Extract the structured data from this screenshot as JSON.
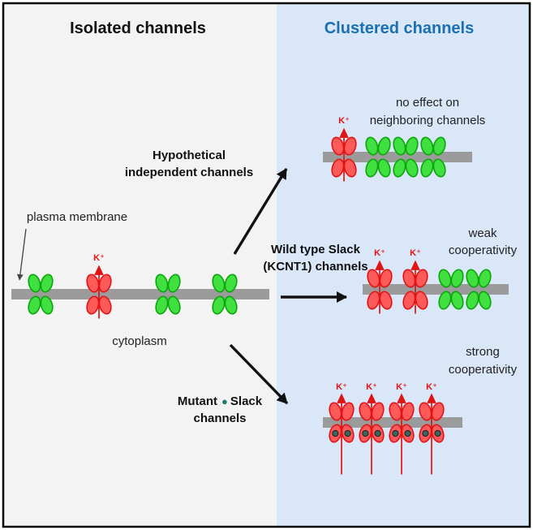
{
  "header": {
    "left_title": "Isolated channels",
    "right_title": "Clustered channels"
  },
  "membrane_labels": {
    "plasma_membrane": "plasma membrane",
    "cytoplasm": "cytoplasm"
  },
  "pathways": {
    "independent": {
      "line1": "Hypothetical",
      "line2": "independent channels"
    },
    "wildtype": {
      "line1": "Wild type Slack",
      "line2": "(KCNT1) channels"
    },
    "mutant": {
      "word1": "Mutant",
      "dot": "●",
      "word2": "Slack",
      "line2": "channels"
    }
  },
  "outcomes": {
    "independent": {
      "line1": "no effect on",
      "line2": "neighboring channels"
    },
    "weak": {
      "line1": "weak",
      "line2": "cooperativity"
    },
    "strong": {
      "line1": "strong",
      "line2": "cooperativity"
    }
  },
  "ion": "K⁺",
  "colors": {
    "right_title_blue": "#1a70b0",
    "green_fill": "#3fe03f",
    "green_stroke": "#0aa50a",
    "red_fill": "#ff5a5a",
    "red_stroke": "#e01414",
    "membrane_gray": "#9b9b9b",
    "left_panel_bg": "#f3f3f3",
    "right_panel_bg": "#dae7f8",
    "mutant_dot": "#39655e"
  },
  "figure": {
    "isolated_membrane": [
      "green",
      "red K⁺",
      "green",
      "green"
    ],
    "independent_cluster": [
      "red K⁺",
      "green",
      "green",
      "green"
    ],
    "weak_cluster": [
      "red K⁺",
      "red K⁺",
      "green",
      "green"
    ],
    "strong_cluster": [
      "red K⁺ mutant",
      "red K⁺ mutant",
      "red K⁺ mutant",
      "red K⁺ mutant"
    ]
  }
}
